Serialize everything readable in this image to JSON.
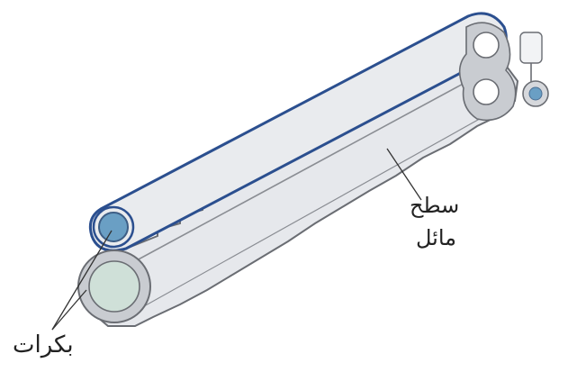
{
  "labels": {
    "incline_line1": "سطح",
    "incline_line2": "مائل",
    "pulleys": "بكرات"
  },
  "colors": {
    "belt_outline": "#2b4f8f",
    "belt_fill": "#e9ebee",
    "ramp_fill": "#e6e8ec",
    "ramp_outline": "#6a6d73",
    "pulley_blue": "#6a9fc4",
    "hardware": "#c9ccd1",
    "leader_line": "#333333"
  }
}
